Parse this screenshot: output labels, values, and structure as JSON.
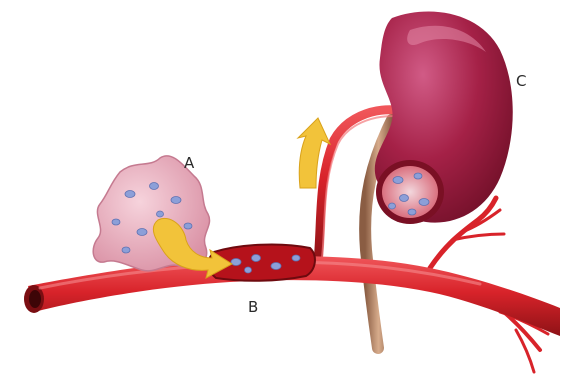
{
  "labels": {
    "a": "A",
    "b": "B",
    "c": "C"
  },
  "colors": {
    "artery": "#d8232a",
    "artery_dark": "#8e1216",
    "kidney": "#9b1a3a",
    "kidney_light": "#c8497a",
    "tissue": "#eab6c4",
    "cell": "#8c9fd8",
    "arrow": "#f2c33a",
    "ureter": "#b9896a"
  }
}
